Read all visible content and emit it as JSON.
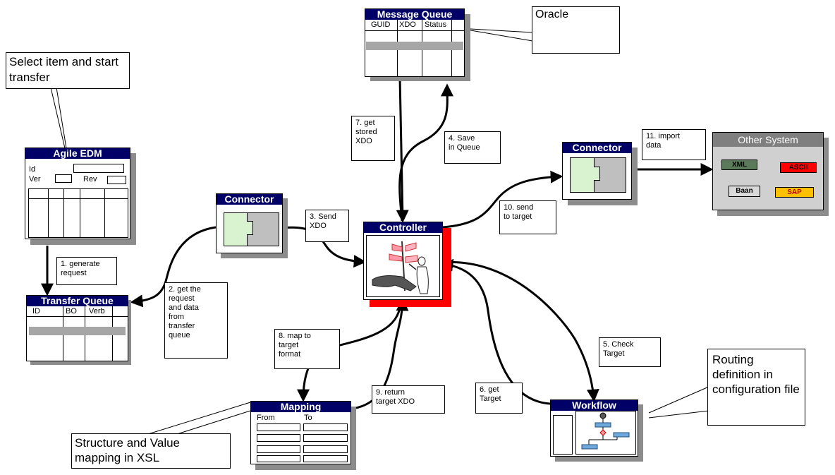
{
  "colors": {
    "titlebar": "#000066",
    "shadow": "#8c8c8c",
    "controller_shadow": "#ff0000",
    "connector_light": "#d9f2d0",
    "connector_dark": "#bfbfbf",
    "other_system_bg": "#d0d0d0",
    "xml_chip": "#5a7a5a",
    "ascii_chip": "#ff0000",
    "baan_chip": "#d9d9d9",
    "sap_chip": "#ffc000"
  },
  "agile_edm": {
    "title": "Agile EDM",
    "fields": {
      "id": "Id",
      "ver": "Ver",
      "rev": "Rev"
    }
  },
  "transfer_queue": {
    "title": "Transfer Queue",
    "columns": [
      "ID",
      "BO",
      "Verb"
    ]
  },
  "message_queue": {
    "title": "Message Queue",
    "columns": [
      "GUID",
      "XDO",
      "Status"
    ]
  },
  "connector_left": {
    "title": "Connector"
  },
  "connector_right": {
    "title": "Connector"
  },
  "controller": {
    "title": "Controller",
    "illustration": "person-at-signpost-clipart"
  },
  "mapping": {
    "title": "Mapping",
    "columns": [
      "From",
      "To"
    ]
  },
  "workflow": {
    "title": "Workflow"
  },
  "other_system": {
    "title": "Other System",
    "chips": [
      "XML",
      "ASCII",
      "Baan",
      "SAP"
    ]
  },
  "callouts": {
    "select_item": "Select item and start transfer",
    "oracle": "Oracle",
    "routing": "Routing definition in configuration file",
    "structure": "Structure and Value mapping in XSL"
  },
  "steps": {
    "s1": "1. generate\nrequest",
    "s2": "2. get the\nrequest\nand data\nfrom\ntransfer\nqueue",
    "s3": "3. Send\nXDO",
    "s4": "4. Save\nin Queue",
    "s5": "5. Check\nTarget",
    "s6": "6. get\nTarget",
    "s7": "7. get\nstored\nXDO",
    "s8": "8. map to\ntarget\nformat",
    "s9": "9. return\ntarget XDO",
    "s10": "10. send\nto target",
    "s11": "11. import\ndata"
  }
}
